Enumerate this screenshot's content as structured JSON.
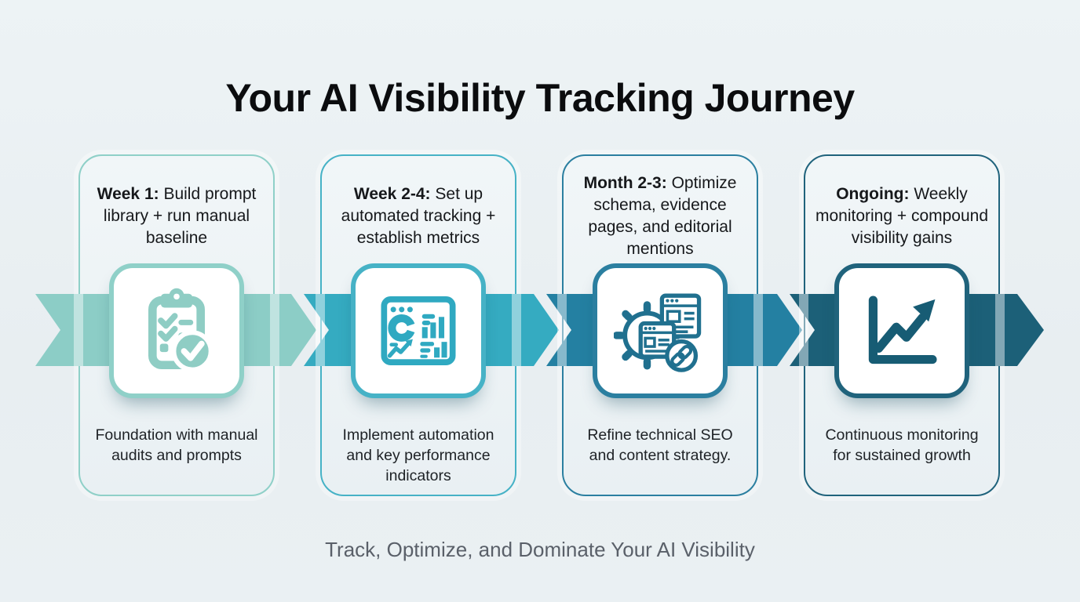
{
  "title": "Your AI Visibility Tracking Journey",
  "footer": "Track, Optimize, and Dominate Your AI Visibility",
  "stages": [
    {
      "lead": "Week 1:",
      "rest": " Build prompt library + run manual baseline",
      "caption": "Foundation with manual audits and prompts",
      "icon": "clipboard-checklist-icon",
      "colors": {
        "band": "#8ccdc6",
        "border": "#8fd0c8",
        "icon": "#8fcdc4"
      }
    },
    {
      "lead": "Week 2-4:",
      "rest": " Set up automated tracking + establish metrics",
      "caption": "Implement automation and key performance indicators",
      "icon": "dashboard-analytics-icon",
      "colors": {
        "band": "#35abc1",
        "border": "#46b2c6",
        "icon": "#2fa9c1"
      }
    },
    {
      "lead": "Month 2-3:",
      "rest": " Optimize schema, evidence pages, and editorial mentions",
      "caption": "Refine technical SEO and content strategy.",
      "icon": "gear-webpages-link-icon",
      "colors": {
        "band": "#2480a2",
        "border": "#2b7fa0",
        "icon": "#20708f"
      }
    },
    {
      "lead": "Ongoing:",
      "rest": " Weekly monitoring + compound visibility gains",
      "caption": "Continuous monitoring for sustained growth",
      "icon": "growth-chart-arrow-icon",
      "colors": {
        "band": "#1c6078",
        "border": "#20637c",
        "icon": "#175c74"
      }
    }
  ],
  "page_background": "#e9eff2",
  "title_color": "#0b0c0e",
  "footer_color": "#5a6069"
}
